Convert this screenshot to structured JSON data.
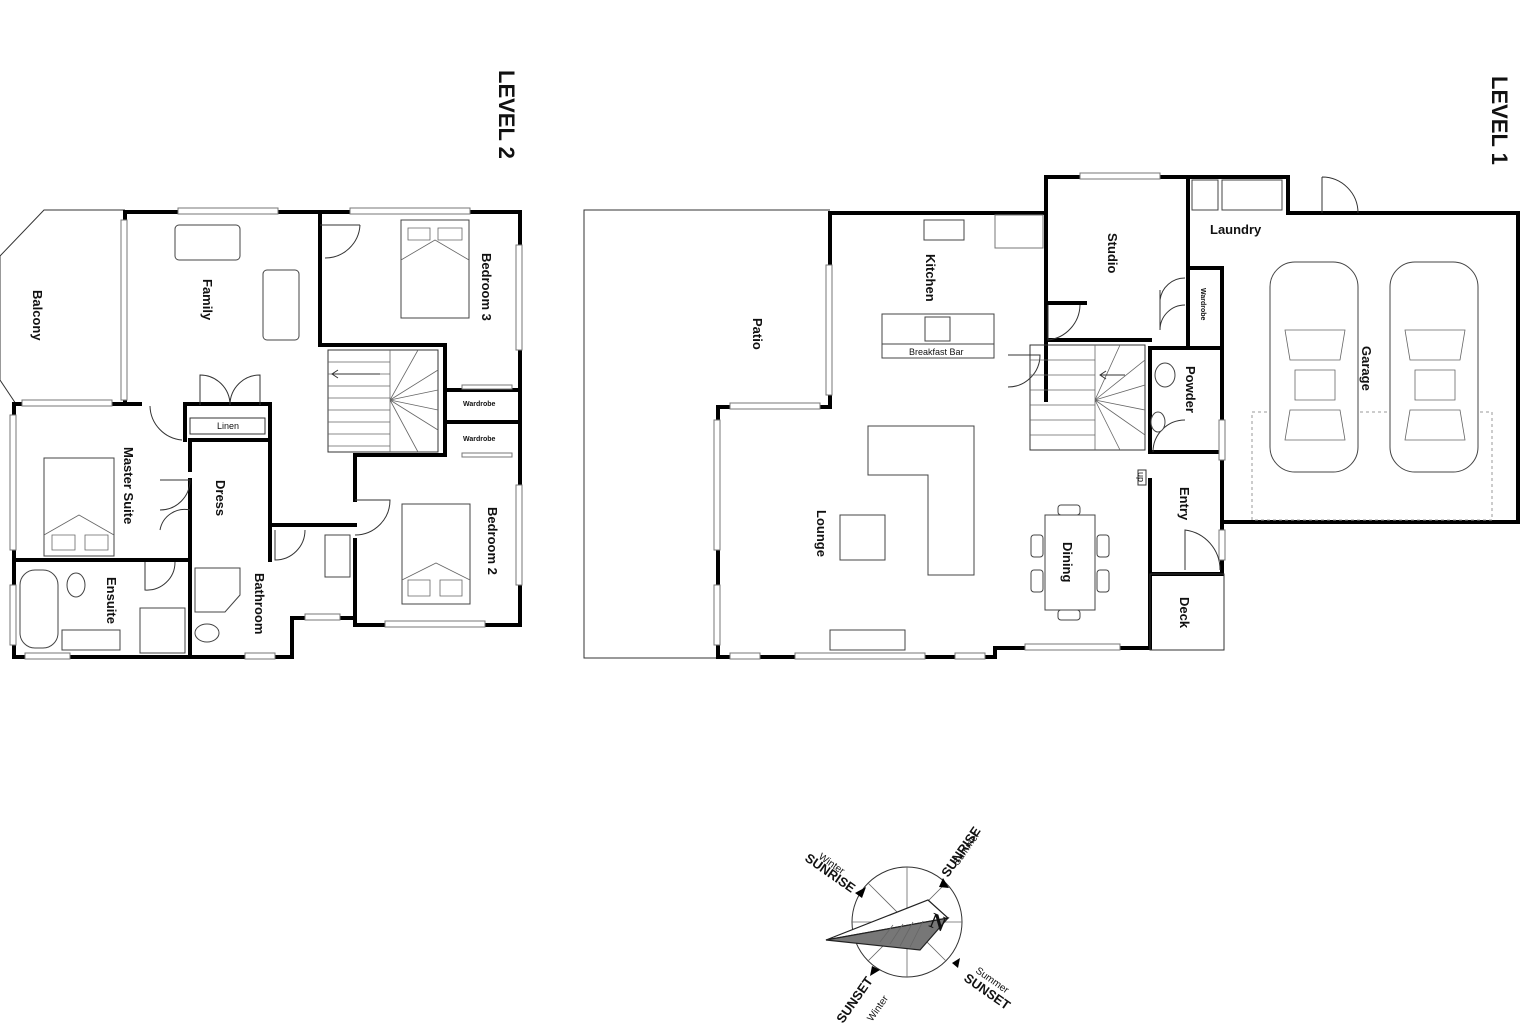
{
  "levels": {
    "level2": "LEVEL 2",
    "level1": "LEVEL 1"
  },
  "level2_rooms": {
    "balcony": "Balcony",
    "family": "Family",
    "bedroom3": "Bedroom 3",
    "wardrobe_a": "Wardrobe",
    "wardrobe_b": "Wardrobe",
    "linen": "Linen",
    "master_suite": "Master Suite",
    "dress": "Dress",
    "bedroom2": "Bedroom 2",
    "ensuite": "Ensuite",
    "bathroom": "Bathroom"
  },
  "level1_rooms": {
    "patio": "Patio",
    "kitchen": "Kitchen",
    "breakfast_bar": "Breakfast Bar",
    "studio": "Studio",
    "laundry": "Laundry",
    "wardrobe": "Wardrobe",
    "garage": "Garage",
    "powder": "Powder",
    "up": "up",
    "entry": "Entry",
    "lounge": "Lounge",
    "dining": "Dining",
    "deck": "Deck"
  },
  "compass": {
    "north": "N",
    "winter_sunrise_small": "Winter",
    "winter_sunrise_big": "SUNRISE",
    "summer_sunrise_small": "Summer",
    "summer_sunrise_big": "SUNRISE",
    "summer_sunset_small": "Summer",
    "summer_sunset_big": "SUNSET",
    "winter_sunset_small": "Winter",
    "winter_sunset_big": "SUNSET"
  }
}
